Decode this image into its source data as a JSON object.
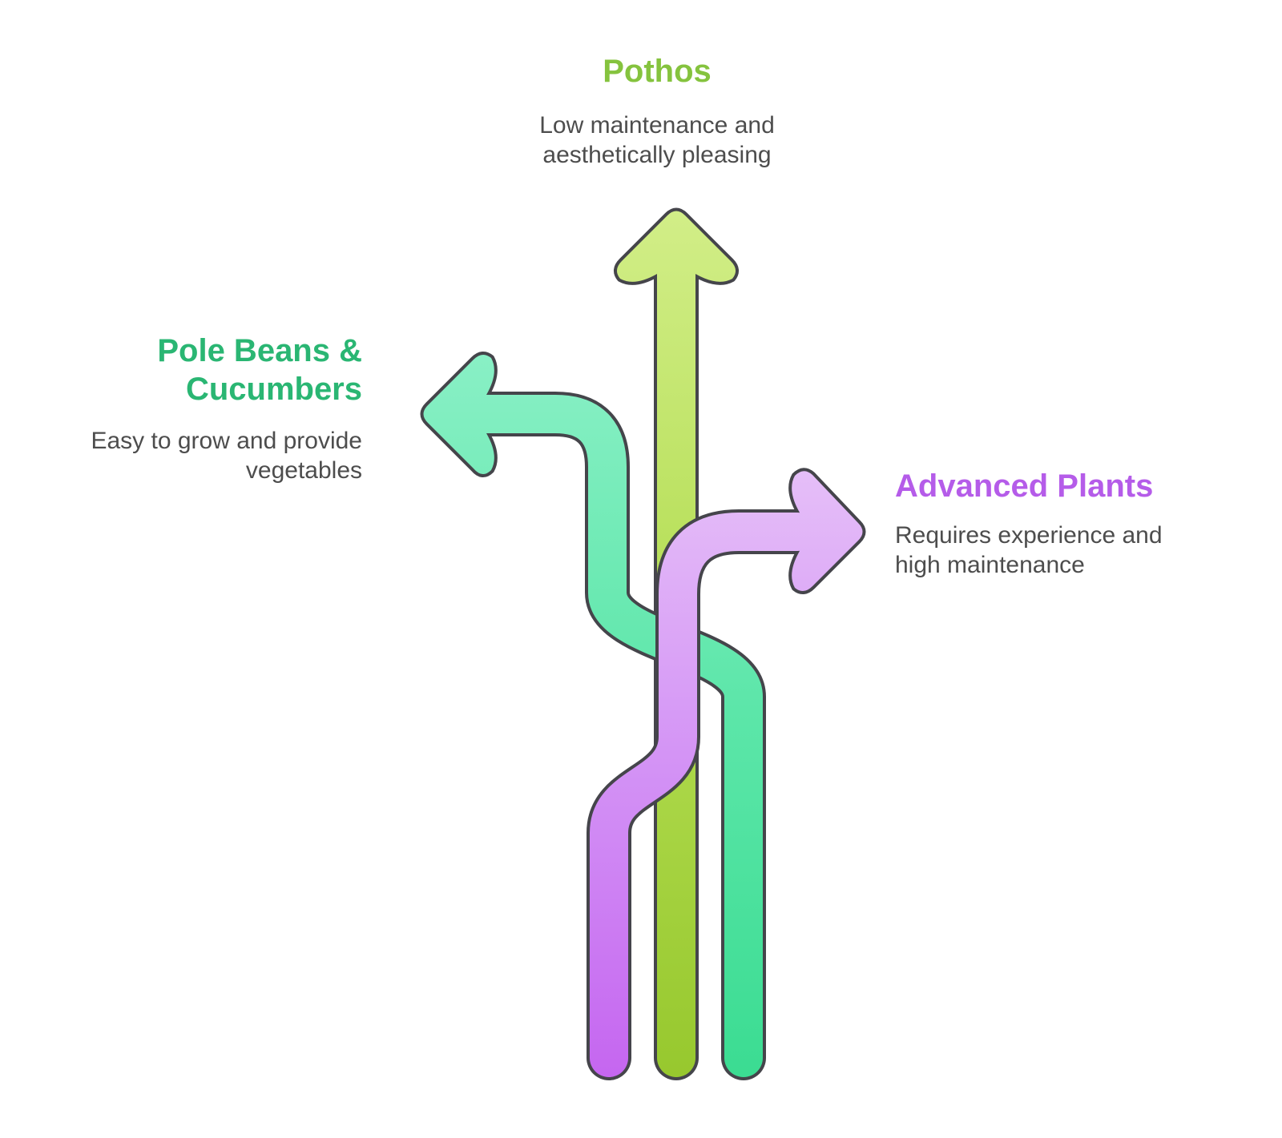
{
  "page": {
    "background_color": "#ffffff"
  },
  "diagram": {
    "type": "branching-arrows",
    "outline_color": "#45454b",
    "text_color": "#4d4d4d",
    "branches": [
      {
        "id": "pothos",
        "direction": "up",
        "title": "Pothos",
        "title_color": "#85c33e",
        "description_lines": [
          "Low maintenance and",
          "aesthetically pleasing"
        ],
        "gradient": {
          "top": "#d2ee88",
          "mid": "#b3dd52",
          "bottom": "#97c82e"
        }
      },
      {
        "id": "pole-beans-cucumbers",
        "direction": "left",
        "title_lines": [
          "Pole Beans &",
          "Cucumbers"
        ],
        "title_color": "#2ab673",
        "description_lines": [
          "Easy to grow and provide",
          "vegetables"
        ],
        "gradient": {
          "top": "#8af0c6",
          "mid": "#5ce6a9",
          "bottom": "#3bdc92"
        }
      },
      {
        "id": "advanced-plants",
        "direction": "right",
        "title": "Advanced Plants",
        "title_color": "#b55ce9",
        "description_lines": [
          "Requires experience and",
          "high maintenance"
        ],
        "gradient": {
          "top": "#e6c0f8",
          "mid": "#d392f5",
          "bottom": "#c566f0"
        }
      }
    ]
  }
}
